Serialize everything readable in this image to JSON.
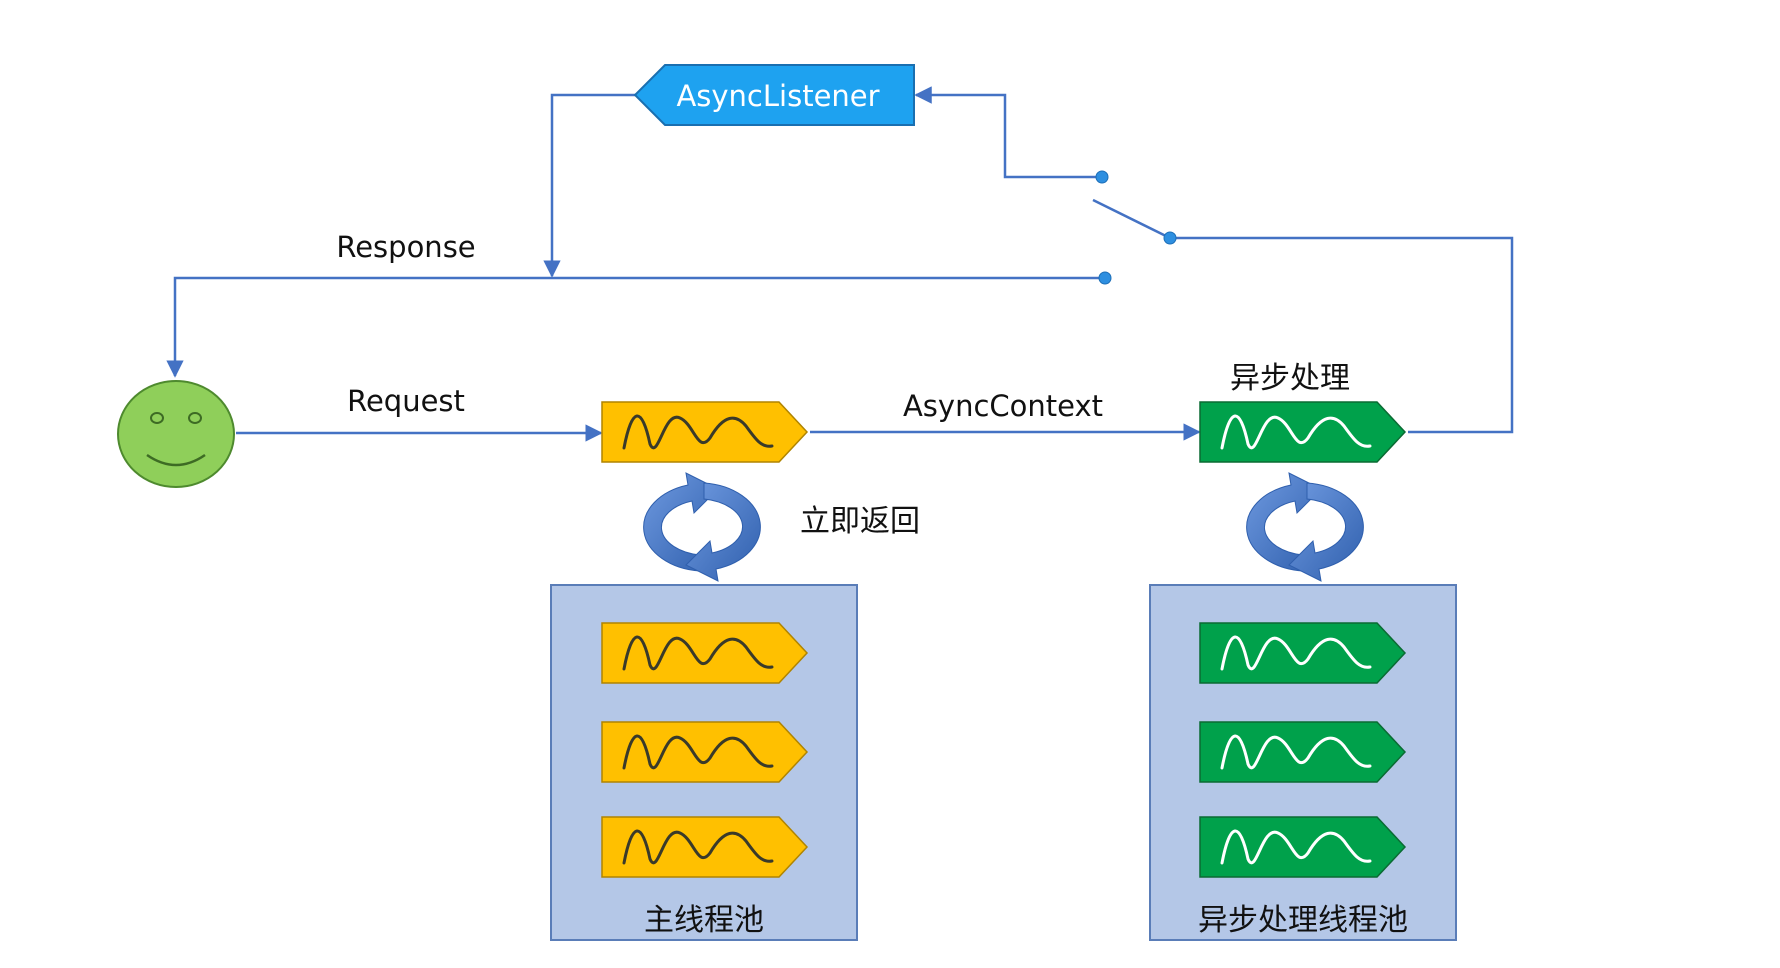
{
  "labels": {
    "async_listener": "AsyncListener",
    "response": "Response",
    "request": "Request",
    "async_context": "AsyncContext",
    "async_processing": "异步处理",
    "return_immediately": "立即返回",
    "main_thread_pool": "主线程池",
    "async_thread_pool": "异步处理线程池"
  },
  "colors": {
    "line": "#4472c4",
    "dot": "#2e8fe0",
    "listener_fill": "#1ea2f0",
    "main_worker": "#ffc000",
    "async_worker": "#00a14b",
    "pool_bg": "#b4c7e7",
    "pool_border": "#5a7db8",
    "cycle_arrow": "#4a78c2",
    "face": "#8fcf5a"
  },
  "icons": {
    "client": "smiley-face-icon",
    "worker": "wave-thread-icon",
    "cycle": "circular-arrows-icon",
    "switch": "switch-icon"
  }
}
